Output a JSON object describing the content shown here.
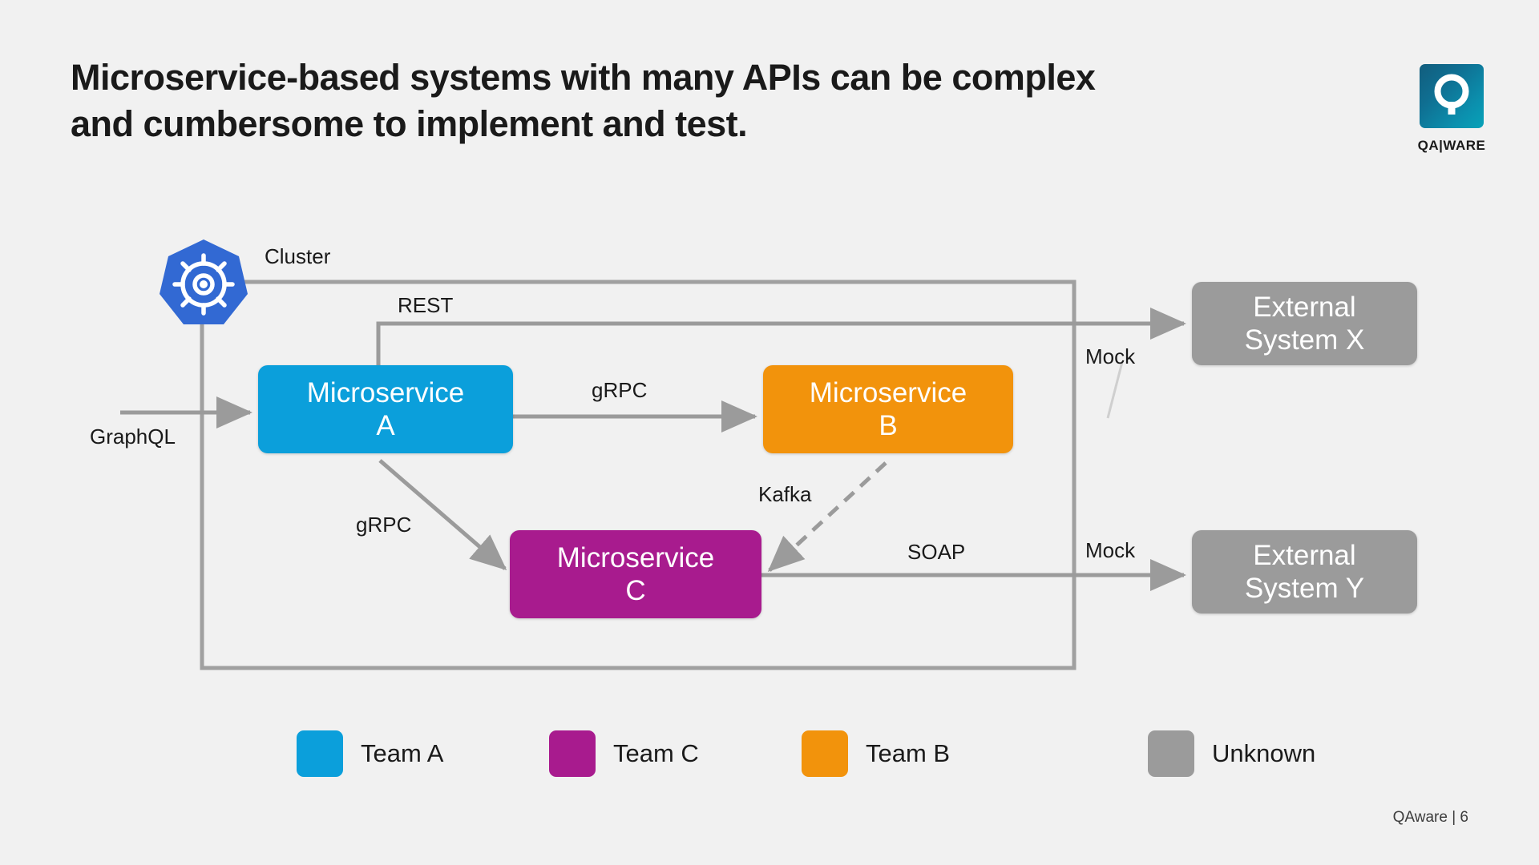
{
  "slide": {
    "background": "#f1f1f1",
    "title": "Microservice-based systems with many APIs can be complex\nand cumbersome to implement and test.",
    "footer": "QAware | 6"
  },
  "logo": {
    "wordmark": "QA|WARE",
    "mark_icon": "qaware-q-logo-icon",
    "gradient_from": "#125d7d",
    "gradient_to": "#07a2b8"
  },
  "diagram": {
    "cluster": {
      "label": "Cluster",
      "icon": "kubernetes-icon",
      "border_color": "#a0a0a0"
    },
    "colors": {
      "team_a": "#0b9fdb",
      "team_b": "#f2930c",
      "team_c": "#a81b8e",
      "unknown": "#9b9b9b",
      "connector": "#9b9b9b",
      "text_dark": "#1a1a1a"
    },
    "nodes": [
      {
        "id": "ms-a",
        "label": "Microservice\nA",
        "color": "#0b9fdb",
        "team": "Team A"
      },
      {
        "id": "ms-b",
        "label": "Microservice\nB",
        "color": "#f2930c",
        "team": "Team B"
      },
      {
        "id": "ms-c",
        "label": "Microservice\nC",
        "color": "#a81b8e",
        "team": "Team C"
      },
      {
        "id": "ext-x",
        "label": "External\nSystem X",
        "color": "#9b9b9b",
        "team": "Unknown"
      },
      {
        "id": "ext-y",
        "label": "External\nSystem Y",
        "color": "#9b9b9b",
        "team": "Unknown"
      }
    ],
    "edges": [
      {
        "id": "graphql",
        "label": "GraphQL",
        "from": "external-in",
        "to": "ms-a",
        "style": "solid"
      },
      {
        "id": "rest",
        "label": "REST",
        "from": "ms-a",
        "to": "ext-x",
        "style": "solid"
      },
      {
        "id": "grpc-ab",
        "label": "gRPC",
        "from": "ms-a",
        "to": "ms-b",
        "style": "solid"
      },
      {
        "id": "grpc-ac",
        "label": "gRPC",
        "from": "ms-a",
        "to": "ms-c",
        "style": "solid"
      },
      {
        "id": "kafka",
        "label": "Kafka",
        "from": "ms-b",
        "to": "ms-c",
        "style": "dashed"
      },
      {
        "id": "soap",
        "label": "SOAP",
        "from": "ms-c",
        "to": "ext-y",
        "style": "solid"
      },
      {
        "id": "mock-x",
        "label": "Mock",
        "from": "cluster-boundary",
        "to": "ext-x",
        "style": "annotation"
      },
      {
        "id": "mock-y",
        "label": "Mock",
        "from": "cluster-boundary",
        "to": "ext-y",
        "style": "annotation"
      }
    ]
  },
  "legend": {
    "items": [
      {
        "label": "Team A",
        "color": "#0b9fdb"
      },
      {
        "label": "Team C",
        "color": "#a81b8e"
      },
      {
        "label": "Team B",
        "color": "#f2930c"
      },
      {
        "label": "Unknown",
        "color": "#9b9b9b"
      }
    ]
  }
}
